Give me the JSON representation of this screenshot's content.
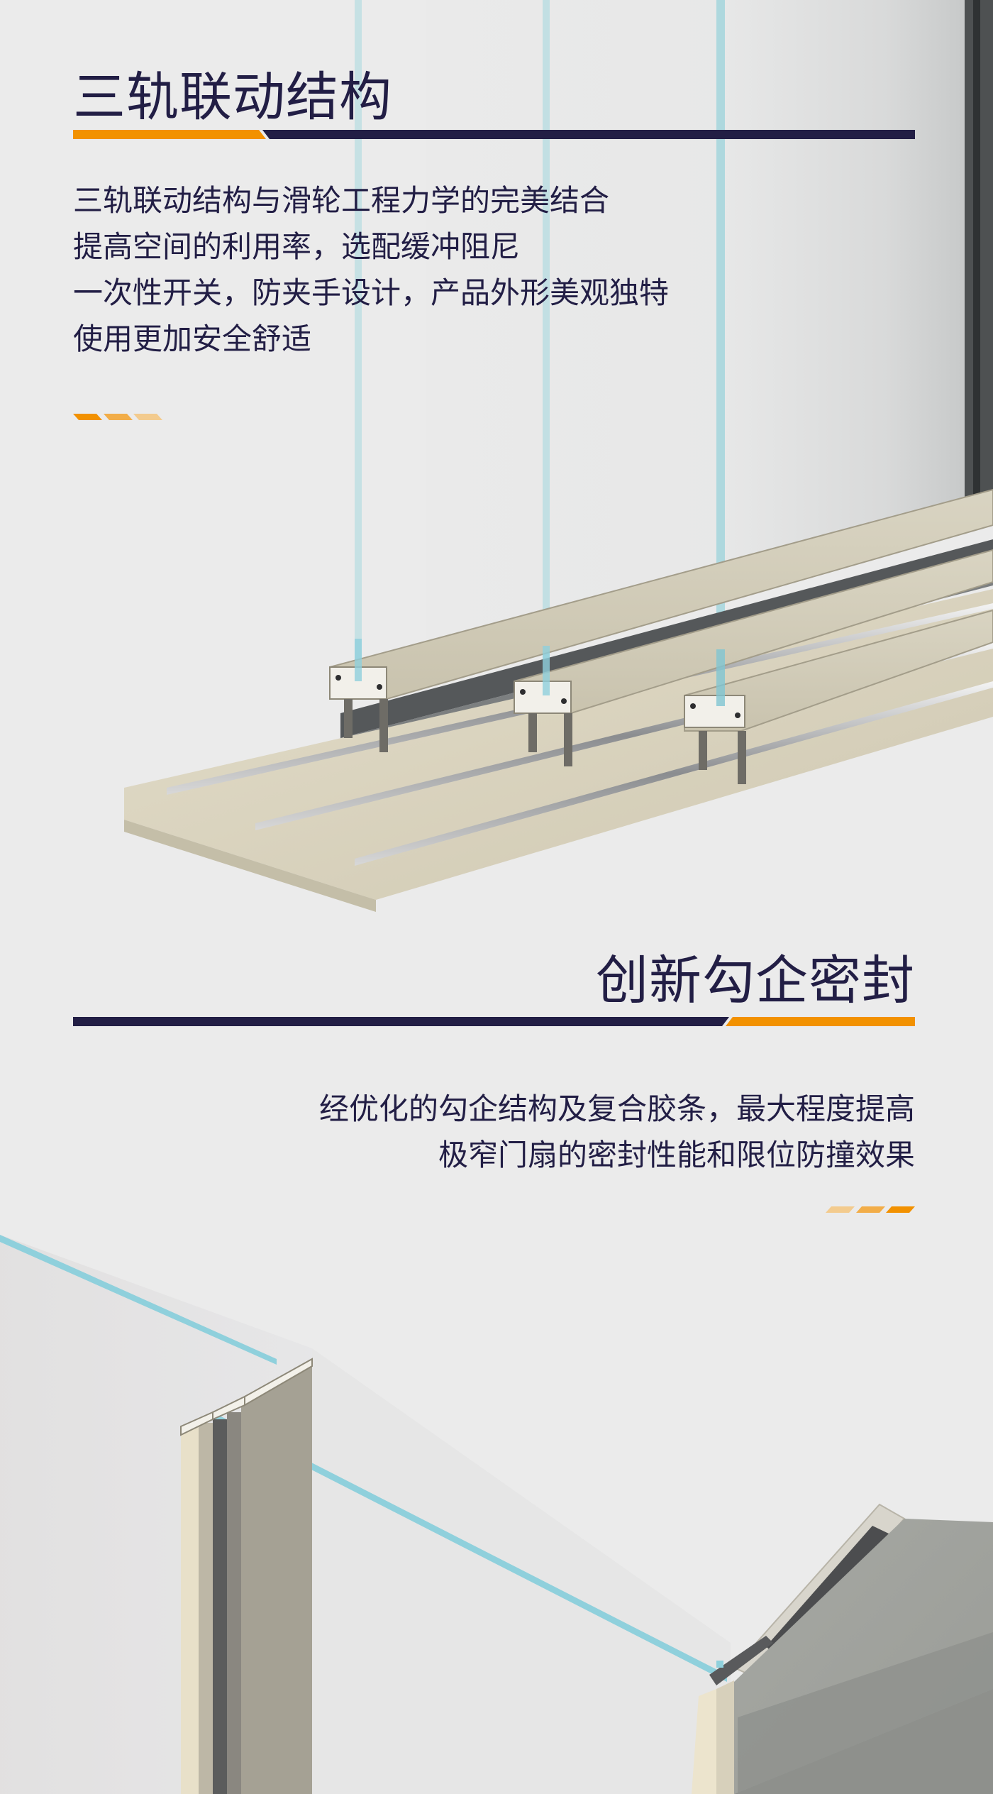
{
  "colors": {
    "navy": "#221e45",
    "orange": "#f29100",
    "orange_mid": "#f2ad48",
    "orange_light": "#f3cb8e",
    "background": "#ebebeb",
    "glass_edge": "#8fd0dc",
    "aluminum_champagne": "#ddd6c2",
    "concrete": "#8f918d"
  },
  "section_1": {
    "title": "三轨联动结构",
    "body_lines": [
      "三轨联动结构与滑轮工程力学的完美结合",
      "提高空间的利用率，选配缓冲阻尼",
      "一次性开关，防夹手设计，产品外形美观独特",
      "使用更加安全舒适"
    ],
    "image_alt": "三轨推拉门下轨道型材与三扇玻璃剖面渲染图"
  },
  "section_2": {
    "title": "创新勾企密封",
    "body_lines": [
      "经优化的勾企结构及复合胶条，最大程度提高",
      "极窄门扇的密封性能和限位防撞效果"
    ],
    "image_alt": "勾企型材与墙体边框剖面渲染图"
  }
}
